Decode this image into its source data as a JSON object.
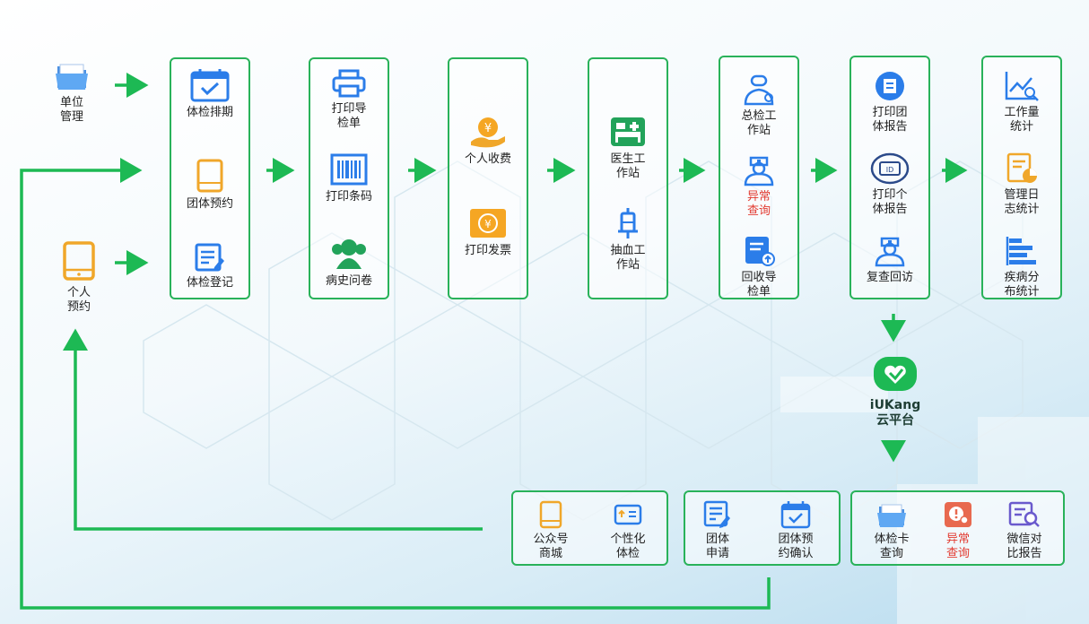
{
  "start": {
    "unit_mgmt": "单位\n管理",
    "personal_appt": "个人\n预约"
  },
  "col1": {
    "schedule": "体检排期",
    "group_appt": "团体预约",
    "register": "体检登记"
  },
  "col2": {
    "print_guide": "打印导\n检单",
    "print_barcode": "打印条码",
    "history_quest": "病史问卷"
  },
  "col3": {
    "personal_fee": "个人收费",
    "print_invoice": "打印发票"
  },
  "col4": {
    "doctor_station": "医生工\n作站",
    "blood_station": "抽血工\n作站"
  },
  "col5": {
    "chief_station": "总检工\n作站",
    "abnormal_query": "异常\n查询",
    "recycle_guide": "回收导\n检单"
  },
  "col6": {
    "group_report": "打印团\n体报告",
    "personal_report": "打印个\n体报告",
    "follow_up": "复查回访"
  },
  "col7": {
    "workload": "工作量\n统计",
    "mgmt_log": "管理日\n志统计",
    "disease_stats": "疾病分\n布统计"
  },
  "cloud": {
    "brand": "iUKang",
    "platform": "云平台"
  },
  "bottom_left": {
    "wechat_mall": "公众号\n商城",
    "custom_exam": "个性化\n体检"
  },
  "bottom_mid": {
    "group_apply": "团体\n申请",
    "group_confirm": "团体预\n约确认"
  },
  "bottom_right": {
    "card_query": "体检卡\n查询",
    "abnormal_query": "异常\n查询",
    "wechat_compare": "微信对\n比报告"
  },
  "colors": {
    "flow": "#1db954",
    "box_border": "#29b25a",
    "icon_blue": "#2b7de9",
    "icon_orange": "#f0a72a",
    "icon_green": "#22a35a",
    "alert_red": "#e23c32"
  }
}
